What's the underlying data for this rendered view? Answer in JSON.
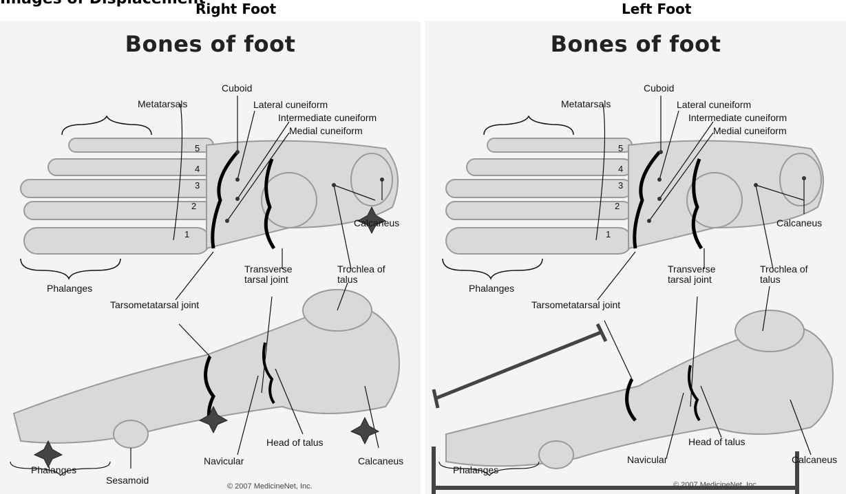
{
  "header": {
    "clipped_caption": "Images of Displacement",
    "right_foot_label": "Right Foot",
    "left_foot_label": "Left Foot"
  },
  "panels": [
    {
      "id": "right",
      "title": "Bones of foot",
      "labels": {
        "cuboid": "Cuboid",
        "metatarsals": "Metatarsals",
        "lateral_cuneiform": "Lateral cuneiform",
        "intermediate_cuneiform": "Intermediate cuneiform",
        "medial_cuneiform": "Medial cuneiform",
        "calcaneus_top": "Calcaneus",
        "phalanges_top": "Phalanges",
        "transverse_joint": "Transverse\ntarsal joint",
        "trochlea": "Trochlea of\ntalus",
        "tarsometatarsal": "Tarsometatarsal joint",
        "head_of_talus": "Head of talus",
        "navicular": "Navicular",
        "calcaneus_bottom": "Calcaneus",
        "phalanges_bottom": "Phalanges",
        "sesamoid": "Sesamoid"
      },
      "numbers": [
        "5",
        "4",
        "3",
        "2",
        "1"
      ],
      "copyright": "© 2007 MedicineNet, Inc."
    },
    {
      "id": "left",
      "title": "Bones of foot",
      "labels": {
        "cuboid": "Cuboid",
        "metatarsals": "Metatarsals",
        "lateral_cuneiform": "Lateral cuneiform",
        "intermediate_cuneiform": "Intermediate cuneiform",
        "medial_cuneiform": "Medial cuneiform",
        "calcaneus_top": "Calcaneus",
        "phalanges_top": "Phalanges",
        "transverse_joint": "Transverse\ntarsal joint",
        "trochlea": "Trochlea of\ntalus",
        "tarsometatarsal": "Tarsometatarsal joint",
        "head_of_talus": "Head of talus",
        "navicular": "Navicular",
        "calcaneus_bottom": "Calcaneus",
        "phalanges_bottom": "Phalanges"
      },
      "numbers": [
        "5",
        "4",
        "3",
        "2",
        "1"
      ],
      "copyright": "© 2007 MedicineNet, Inc."
    }
  ],
  "colors": {
    "bone_fill": "#d9d9d9",
    "bone_stroke": "#9a9a9a",
    "joint_line": "#000000",
    "marker": "#333333",
    "panel_bg": "#f4f4f4"
  },
  "icons": [
    "crosshair-marker-icon",
    "measurement-bar-icon"
  ]
}
